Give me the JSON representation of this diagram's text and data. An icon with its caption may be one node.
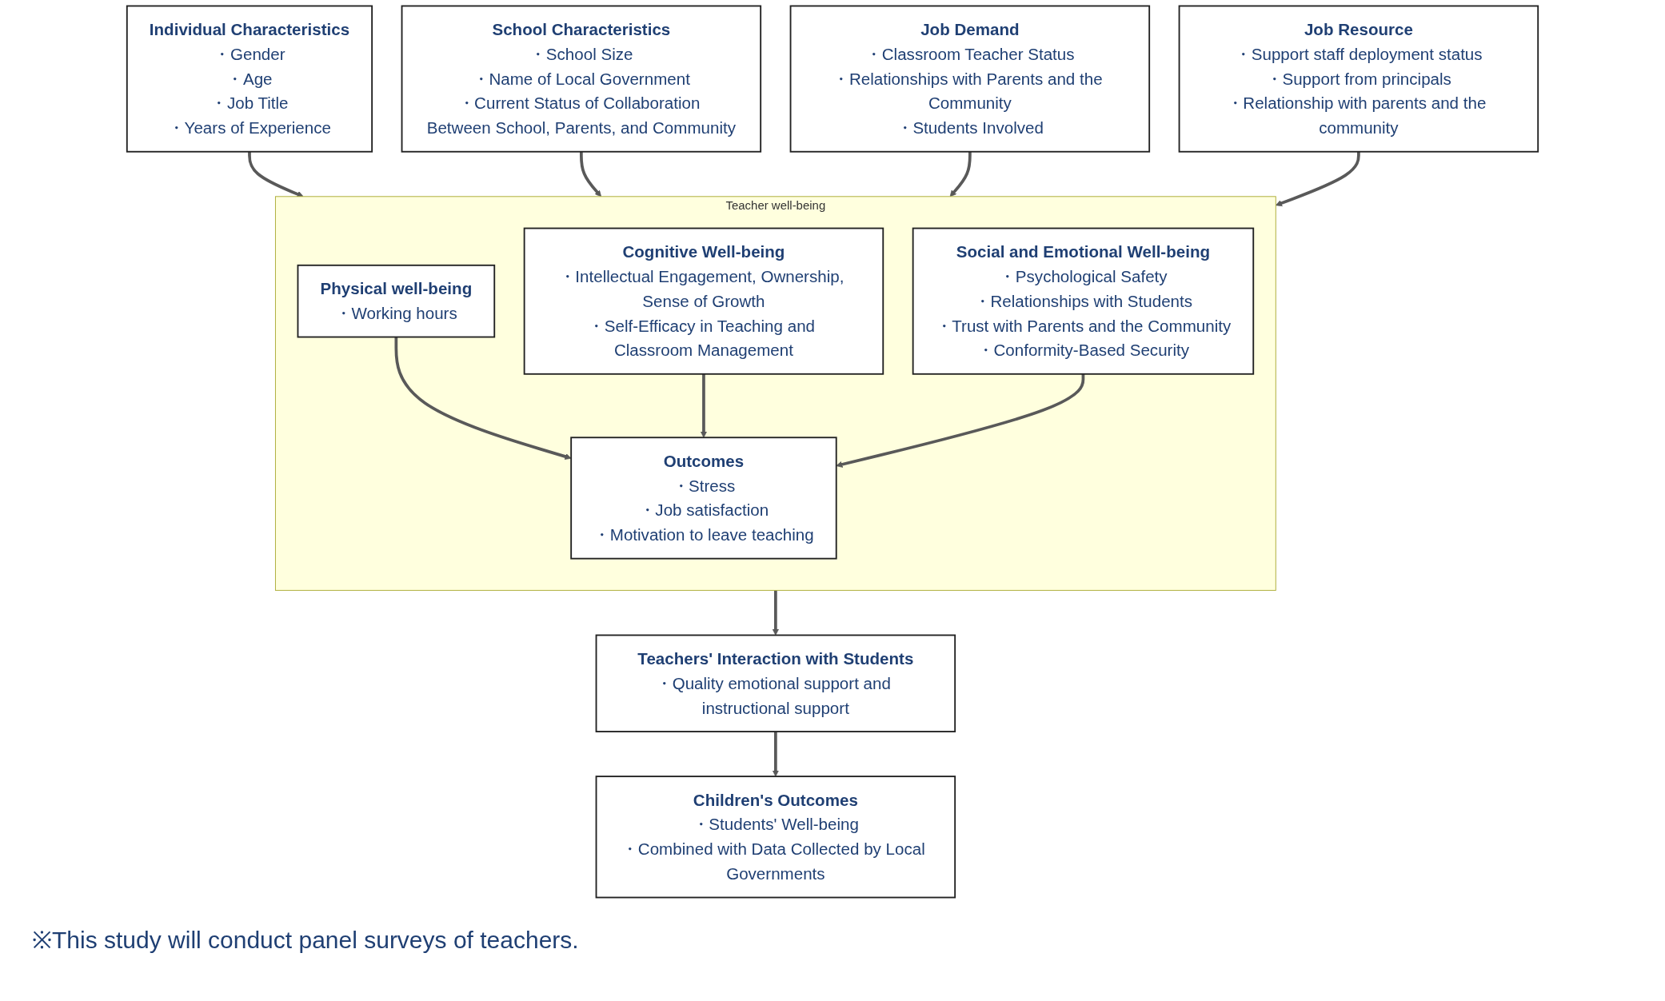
{
  "diagram": {
    "nodes": [
      {
        "text": [
          "Individual Characteristics",
          "・Gender",
          "・Age",
          "・Job Title",
          "・Years of Experience"
        ]
      },
      {
        "text": [
          "School Characteristics",
          "・School Size",
          "・Name of Local Government",
          "・Current Status of Collaboration Between School, Parents, and Community"
        ]
      },
      {
        "text": [
          "Job Demand",
          "・Classroom Teacher Status",
          "・Relationships with Parents and the Community",
          "・Students Involved"
        ]
      },
      {
        "text": [
          "Job Resource",
          "・Support staff deployment status",
          "・Support from principals",
          "・Relationship with parents and the community"
        ]
      },
      {
        "text": [
          "Teacher well-being"
        ]
      },
      {
        "text": [
          "Physical well-being",
          "・Working hours"
        ],
        "in": 4
      },
      {
        "text": [
          "Cognitive Well-being",
          "・Intellectual Engagement, Ownership, Sense of Growth",
          "・Self-Efficacy in Teaching and Classroom Management"
        ],
        "in": 4
      },
      {
        "text": [
          "Social and Emotional Well-being",
          "・Psychological Safety",
          "・Relationships with Students",
          "・Trust with Parents and the Community",
          "・Conformity-Based Security"
        ],
        "in": 4
      },
      {
        "text": [
          "Outcomes",
          "・Stress",
          "・Job satisfaction",
          "・Motivation to leave teaching"
        ],
        "in": 4
      },
      {
        "text": [
          "Teachers' Interaction with Students",
          "・Quality emotional support and instructional support"
        ]
      },
      {
        "text": [
          "Children's Outcomes",
          "・Students' Well-being",
          "・Combined with Data Collected by Local Governments"
        ]
      }
    ],
    "edges": [
      {
        "from": 0,
        "to": 4,
        "arrow": "to"
      },
      {
        "from": 1,
        "to": 4,
        "arrow": "to"
      },
      {
        "from": 2,
        "to": 4,
        "arrow": "to"
      },
      {
        "from": 3,
        "to": 4,
        "arrow": "to"
      },
      {
        "from": 5,
        "to": 8,
        "arrow": "to"
      },
      {
        "from": 6,
        "to": 8,
        "arrow": "to"
      },
      {
        "from": 7,
        "to": 8,
        "arrow": "to"
      },
      {
        "from": 4,
        "to": 9,
        "arrow": "to"
      },
      {
        "from": 9,
        "to": 10,
        "arrow": "to"
      }
    ],
    "labels": [
      "※This study will conduct panel surveys of teachers."
    ]
  }
}
